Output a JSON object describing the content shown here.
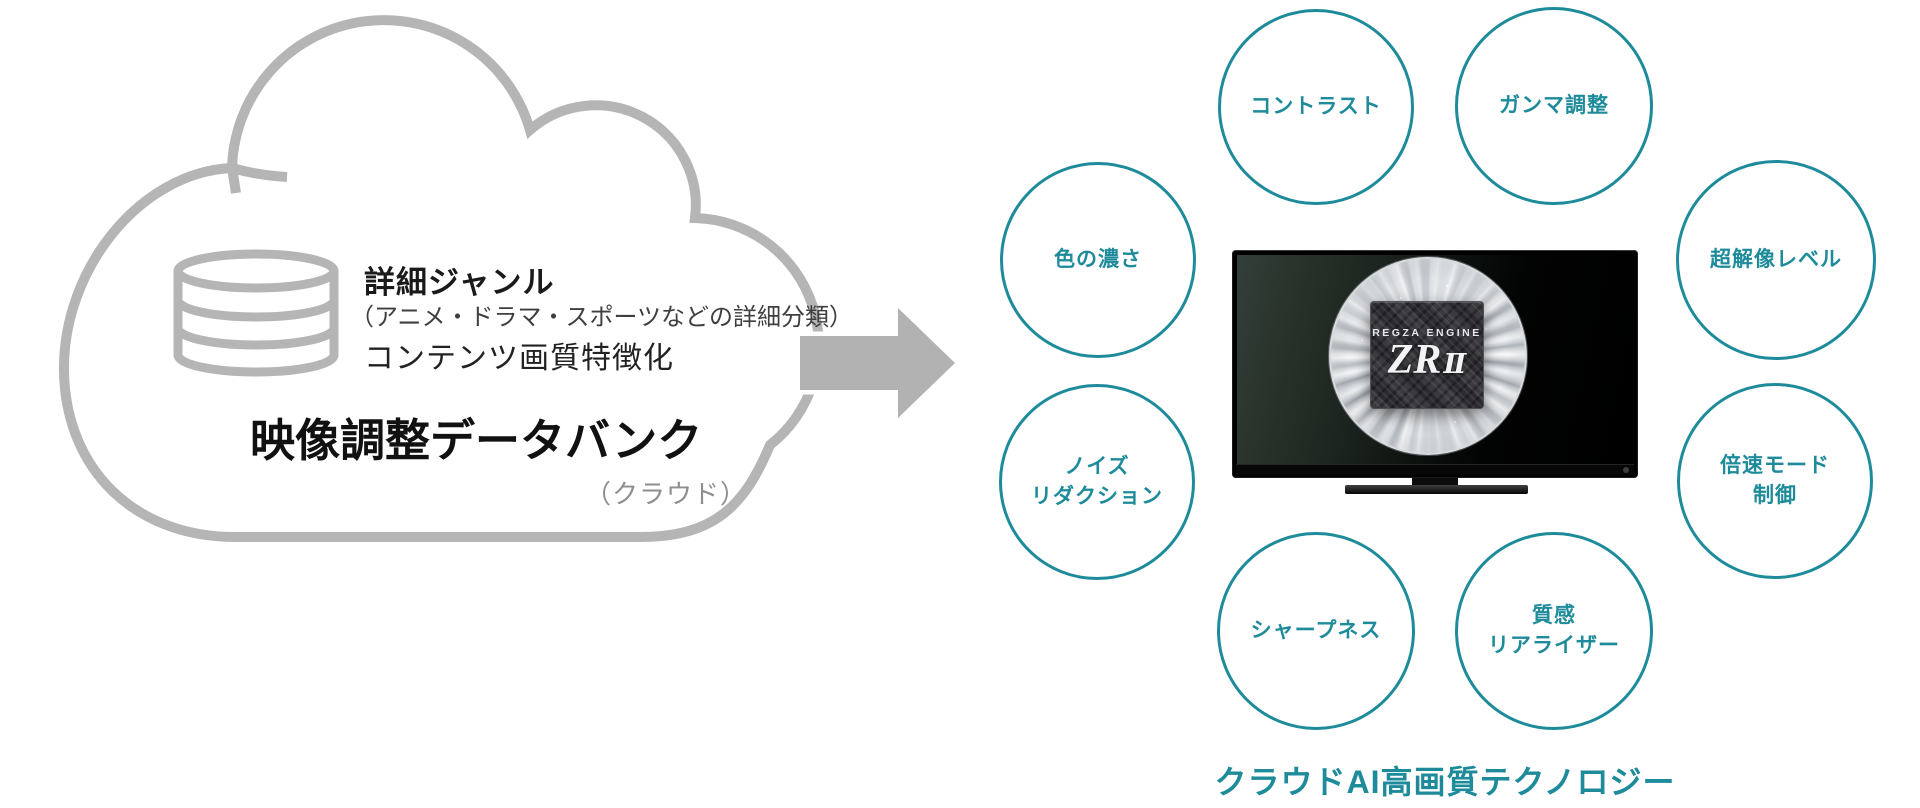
{
  "colors": {
    "accent": "#1e8b9b",
    "cloud_gray": "#b5b5b5",
    "arrow_gray": "#b2b2b2",
    "text_dark": "#1a1a1a",
    "text_gray": "#8e8e8e"
  },
  "cloud": {
    "db_title": "詳細ジャンル",
    "db_subtitle": "（アニメ・ドラマ・スポーツなどの詳細分類）",
    "db_feature": "コンテンツ画質特徴化",
    "title": "映像調整データバンク",
    "title_note": "（クラウド）"
  },
  "tv": {
    "chip_brand": "REGZA ENGINE",
    "chip_model": "ZR",
    "chip_model_suffix": "Ⅱ"
  },
  "features": [
    {
      "lines": [
        "コントラスト"
      ]
    },
    {
      "lines": [
        "ガンマ調整"
      ]
    },
    {
      "lines": [
        "色の濃さ"
      ]
    },
    {
      "lines": [
        "超解像レベル"
      ]
    },
    {
      "lines": [
        "ノイズ",
        "リダクション"
      ]
    },
    {
      "lines": [
        "倍速モード",
        "制御"
      ]
    },
    {
      "lines": [
        "シャープネス"
      ]
    },
    {
      "lines": [
        "質感",
        "リアライザー"
      ]
    }
  ],
  "caption": "クラウドAI高画質テクノロジー"
}
